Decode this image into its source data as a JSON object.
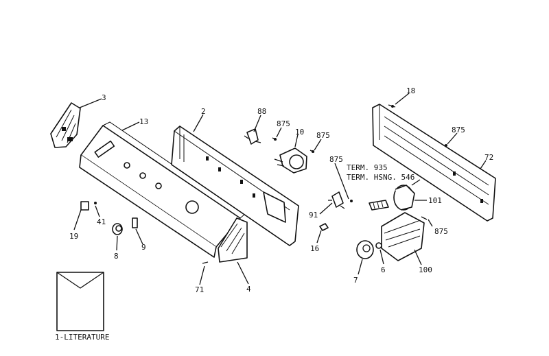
{
  "diagram": {
    "labels": [
      {
        "key": "p3",
        "text": "3"
      },
      {
        "key": "p13",
        "text": "13"
      },
      {
        "key": "p2",
        "text": "2"
      },
      {
        "key": "p88",
        "text": "88"
      },
      {
        "key": "p875a",
        "text": "875"
      },
      {
        "key": "p10",
        "text": "10"
      },
      {
        "key": "p875b",
        "text": "875"
      },
      {
        "key": "p875c",
        "text": "875"
      },
      {
        "key": "p18",
        "text": "18"
      },
      {
        "key": "p875d",
        "text": "875"
      },
      {
        "key": "p72",
        "text": "72"
      },
      {
        "key": "term935",
        "text": "TERM. 935"
      },
      {
        "key": "termhsng",
        "text": "TERM. HSNG. 546"
      },
      {
        "key": "p101",
        "text": "101"
      },
      {
        "key": "p91",
        "text": "91"
      },
      {
        "key": "p16",
        "text": "16"
      },
      {
        "key": "p875e",
        "text": "875"
      },
      {
        "key": "p7",
        "text": "7"
      },
      {
        "key": "p6",
        "text": "6"
      },
      {
        "key": "p100",
        "text": "100"
      },
      {
        "key": "p19",
        "text": "19"
      },
      {
        "key": "p41",
        "text": "41"
      },
      {
        "key": "p8",
        "text": "8"
      },
      {
        "key": "p9",
        "text": "9"
      },
      {
        "key": "p71",
        "text": "71"
      },
      {
        "key": "p4",
        "text": "4"
      },
      {
        "key": "literature",
        "text": "1-LITERATURE"
      }
    ]
  }
}
